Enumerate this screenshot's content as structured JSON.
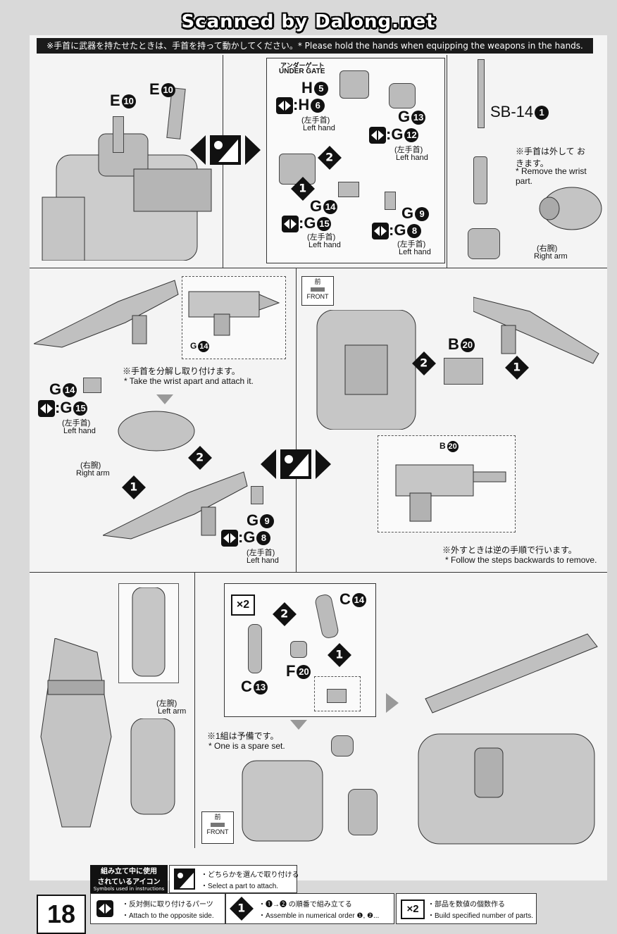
{
  "watermark": "Scanned by Dalong.net",
  "banner": "※手首に武器を持たせたときは、手首を持って動かしてください。* Please hold the hands when equipping the weapons in the hands.",
  "panel1": {
    "e10a": "E",
    "e10b": "E",
    "e_num": "10"
  },
  "panel2": {
    "gate_jp": "アンダーゲート",
    "gate_en": "UNDER GATE",
    "h5": "H",
    "h5_num": "5",
    "h6": ":H",
    "h6_num": "6",
    "left_hand_jp": "(左手首)",
    "left_hand_en": "Left hand",
    "g13": "G",
    "g13_num": "13",
    "g12": ":G",
    "g12_num": "12",
    "g14": "G",
    "g14_num": "14",
    "g15": ":G",
    "g15_num": "15",
    "g9": "G",
    "g9_num": "9",
    "g8": ":G",
    "g8_num": "8",
    "step1": "1",
    "step2": "2"
  },
  "panel3": {
    "sb": "SB-14",
    "sb_num": "1",
    "note_jp": "※手首は外して おきます。",
    "note_en": "* Remove the wrist part.",
    "right_arm_jp": "(右腕)",
    "right_arm_en": "Right arm"
  },
  "panel4": {
    "g14_small": "G",
    "g14_small_num": "14",
    "note_jp": "※手首を分解し取り付けます。",
    "note_en": "* Take the wrist apart and attach it.",
    "g14": "G",
    "g14_num": "14",
    "g15": ":G",
    "g15_num": "15",
    "left_hand_jp": "(左手首)",
    "left_hand_en": "Left hand",
    "right_arm_jp": "(右腕)",
    "right_arm_en": "Right arm",
    "g9": "G",
    "g9_num": "9",
    "g8": ":G",
    "g8_num": "8",
    "left_hand2_jp": "(左手首)",
    "left_hand2_en": "Left hand"
  },
  "panel5": {
    "front_jp": "前",
    "front_en": "FRONT",
    "b20": "B",
    "b20_num": "20",
    "b20_small": "B",
    "b20_small_num": "20",
    "note_jp": "※外すときは逆の手順で行います。",
    "note_en": "* Follow the steps backwards to remove."
  },
  "panel6": {
    "left_arm_jp": "(左腕)",
    "left_arm_en": "Left arm"
  },
  "panel7": {
    "x2": "×2",
    "c14": "C",
    "c14_num": "14",
    "c13": "C",
    "c13_num": "13",
    "f20": "F",
    "f20_num": "20",
    "spare_jp": "※1組は予備です。",
    "spare_en": "* One is a spare set.",
    "front_jp": "前",
    "front_en": "FRONT"
  },
  "legend": {
    "title_jp1": "組み立て中に使用",
    "title_jp2": "されているアイコン",
    "title_en": "Symbols used in instructions",
    "select_jp": "・どちらかを選んで取り付ける",
    "select_en": "・Select a part to attach.",
    "opp_jp": "・反対側に取り付けるパーツ",
    "opp_en": "・Attach to the opposite side.",
    "order_jp": "・❶→❷ の順番で組み立てる",
    "order_en": "・Assemble in numerical order ❶, ❷...",
    "build_jp": "・部品を数値の個数作る",
    "build_en": "・Build specified number of parts."
  },
  "page_number": "18"
}
